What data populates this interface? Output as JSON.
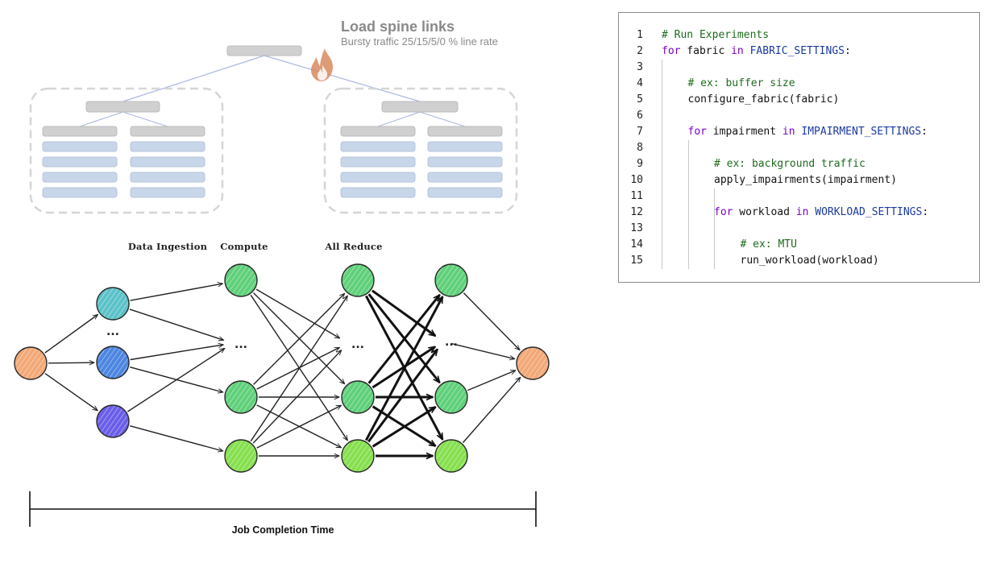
{
  "spine": {
    "title": "Load spine links",
    "subtitle": "Bursty traffic 25/15/5/0 % line rate"
  },
  "stages": {
    "ingestion": "Data Ingestion",
    "compute": "Compute",
    "allreduce": "All Reduce"
  },
  "ellipsis": "...",
  "timeline_label": "Job Completion Time",
  "colors": {
    "source_node": "#f2a877",
    "sink_node": "#f2a877",
    "ingest_node_1": "#5bc2c8",
    "ingest_node_2": "#4d86e0",
    "ingest_node_3": "#6a5ee8",
    "green_node": "#5fd07a",
    "lime_node": "#86df4e",
    "switch_bar": "#d0d0d0",
    "server_bar": "#c8d6ea",
    "fire": "#d9885f"
  },
  "code": {
    "lines": [
      {
        "n": "1",
        "indent": 0,
        "parts": [
          {
            "t": "# Run Experiments",
            "c": "cmt"
          }
        ]
      },
      {
        "n": "2",
        "indent": 0,
        "parts": [
          {
            "t": "for",
            "c": "kw"
          },
          {
            "t": " fabric ",
            "c": "plain"
          },
          {
            "t": "in",
            "c": "kw"
          },
          {
            "t": " FABRIC_SETTINGS",
            "c": "const"
          },
          {
            "t": ":",
            "c": "plain"
          }
        ]
      },
      {
        "n": "3",
        "indent": 0,
        "parts": []
      },
      {
        "n": "4",
        "indent": 1,
        "parts": [
          {
            "t": "# ex: buffer size",
            "c": "cmt"
          }
        ]
      },
      {
        "n": "5",
        "indent": 1,
        "parts": [
          {
            "t": "configure_fabric(fabric)",
            "c": "plain"
          }
        ]
      },
      {
        "n": "6",
        "indent": 0,
        "parts": []
      },
      {
        "n": "7",
        "indent": 1,
        "parts": [
          {
            "t": "for",
            "c": "kw"
          },
          {
            "t": " impairment ",
            "c": "plain"
          },
          {
            "t": "in",
            "c": "kw"
          },
          {
            "t": " IMPAIRMENT_SETTINGS",
            "c": "const"
          },
          {
            "t": ":",
            "c": "plain"
          }
        ]
      },
      {
        "n": "8",
        "indent": 0,
        "parts": []
      },
      {
        "n": "9",
        "indent": 2,
        "parts": [
          {
            "t": "# ex: background traffic",
            "c": "cmt"
          }
        ]
      },
      {
        "n": "10",
        "indent": 2,
        "parts": [
          {
            "t": "apply_impairments(impairment)",
            "c": "plain"
          }
        ]
      },
      {
        "n": "11",
        "indent": 0,
        "parts": []
      },
      {
        "n": "12",
        "indent": 2,
        "parts": [
          {
            "t": "for",
            "c": "kw"
          },
          {
            "t": " workload ",
            "c": "plain"
          },
          {
            "t": "in",
            "c": "kw"
          },
          {
            "t": " WORKLOAD_SETTINGS",
            "c": "const"
          },
          {
            "t": ":",
            "c": "plain"
          }
        ]
      },
      {
        "n": "13",
        "indent": 0,
        "parts": []
      },
      {
        "n": "14",
        "indent": 3,
        "parts": [
          {
            "t": "# ex: MTU",
            "c": "cmt"
          }
        ]
      },
      {
        "n": "15",
        "indent": 3,
        "parts": [
          {
            "t": "run_workload(workload)",
            "c": "plain"
          }
        ]
      }
    ]
  }
}
